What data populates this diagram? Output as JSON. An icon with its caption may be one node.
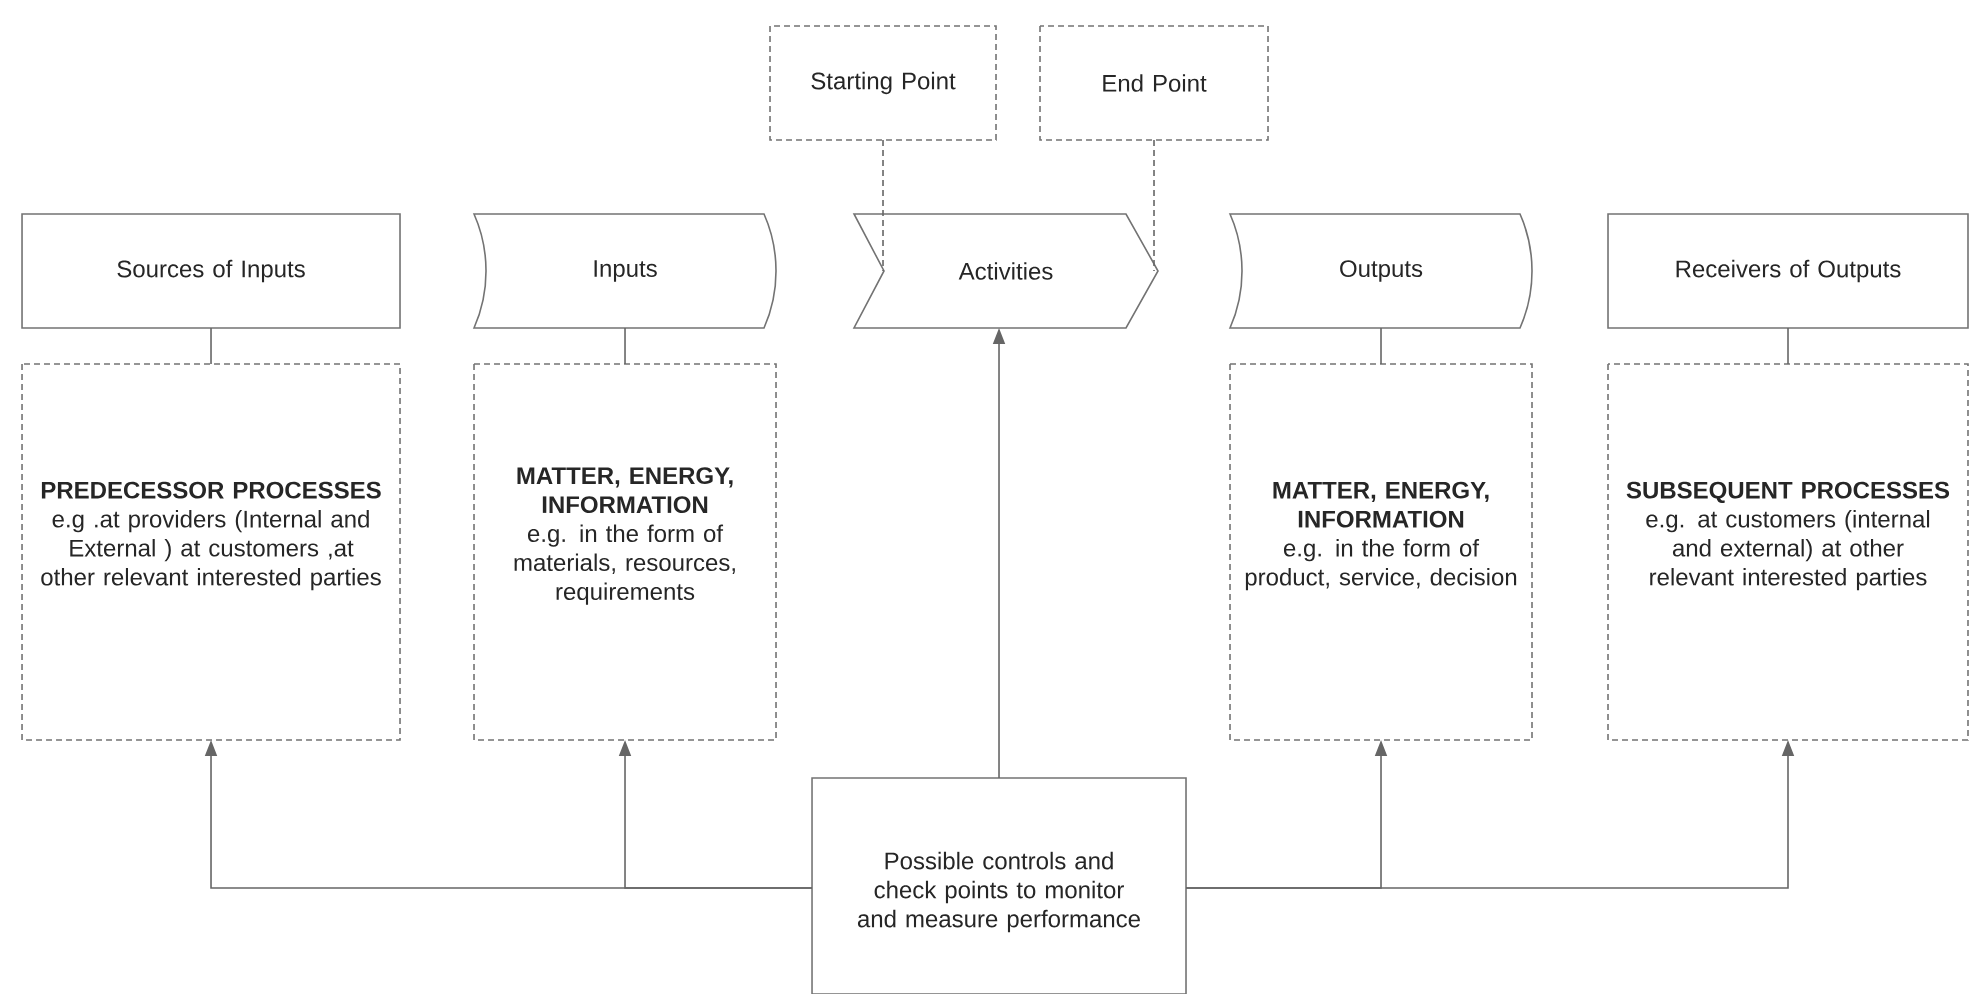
{
  "diagram": {
    "nodes": [
      {
        "text": [
          "Sources of Inputs"
        ]
      },
      {
        "text": [
          "Inputs"
        ]
      },
      {
        "text": [
          "Activities"
        ]
      },
      {
        "text": [
          "Outputs"
        ]
      },
      {
        "text": [
          "Receivers of Outputs"
        ]
      },
      {
        "text": [
          "Starting Point"
        ]
      },
      {
        "text": [
          "End Point"
        ]
      },
      {
        "text": [
          "PREDECESSOR PROCESSES",
          "e.g .at providers (Internal and External ) at customers ,at other relevant interested parties"
        ]
      },
      {
        "text": [
          "MATTER, ENERGY, INFORMATION",
          "e.g. in the form of materials, resources, requirements"
        ]
      },
      {
        "text": [
          "MATTER, ENERGY, INFORMATION",
          "e.g. in the form of product, service, decision"
        ]
      },
      {
        "text": [
          "SUBSEQUENT PROCESSES",
          "e.g. at customers (internal and external) at other relevant interested parties"
        ]
      },
      {
        "text": [
          "Possible controls and check points to monitor and measure performance"
        ]
      }
    ],
    "edges": [
      {
        "from": 5,
        "to": 2,
        "arrow": "none",
        "style": "dashed"
      },
      {
        "from": 6,
        "to": 2,
        "arrow": "none",
        "style": "dashed"
      },
      {
        "from": 0,
        "to": 7,
        "arrow": "none"
      },
      {
        "from": 1,
        "to": 8,
        "arrow": "none"
      },
      {
        "from": 3,
        "to": 9,
        "arrow": "none"
      },
      {
        "from": 4,
        "to": 10,
        "arrow": "none"
      },
      {
        "from": 11,
        "to": 2,
        "arrow": "to"
      },
      {
        "from": 11,
        "to": 7,
        "arrow": "to"
      },
      {
        "from": 11,
        "to": 8,
        "arrow": "to"
      },
      {
        "from": 11,
        "to": 9,
        "arrow": "to"
      },
      {
        "from": 11,
        "to": 10,
        "arrow": "to"
      }
    ]
  }
}
